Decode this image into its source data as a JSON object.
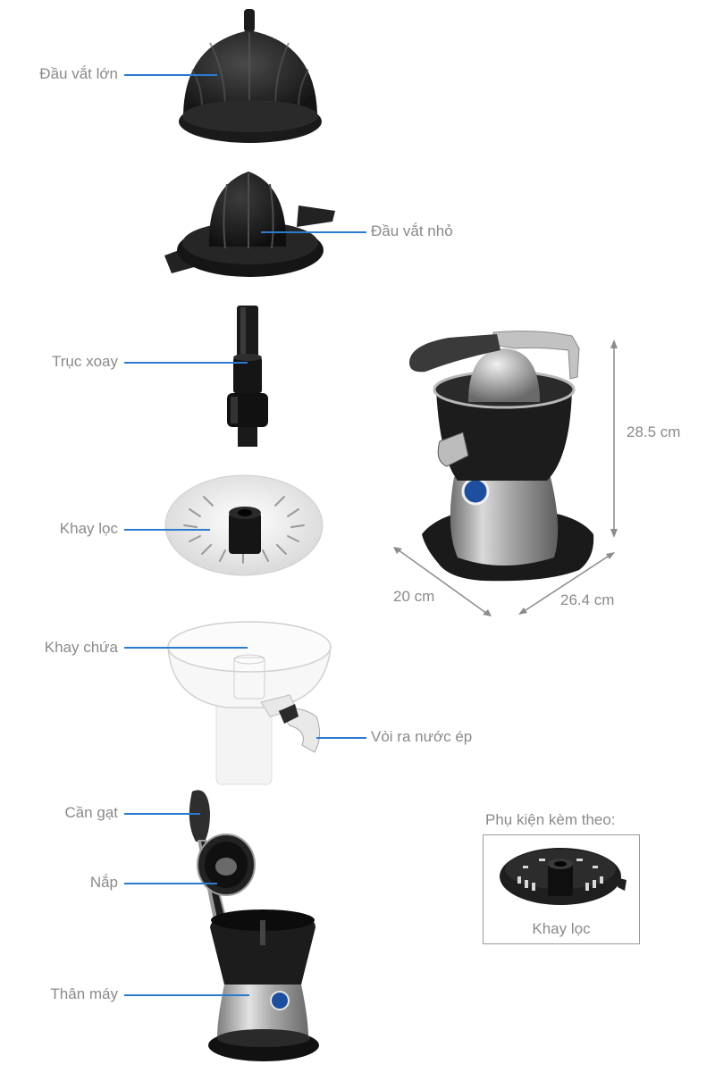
{
  "parts": [
    {
      "id": "large-reamer",
      "label": "Đầu vắt lớn"
    },
    {
      "id": "small-reamer",
      "label": "Đầu vắt nhỏ"
    },
    {
      "id": "shaft",
      "label": "Trục xoay"
    },
    {
      "id": "filter-tray",
      "label": "Khay lọc"
    },
    {
      "id": "juice-container",
      "label": "Khay chứa"
    },
    {
      "id": "spout",
      "label": "Vòi ra nước ép"
    },
    {
      "id": "lever",
      "label": "Cần gạt"
    },
    {
      "id": "lid",
      "label": "Nắp"
    },
    {
      "id": "body",
      "label": "Thân máy"
    }
  ],
  "dimensions": {
    "height": "28.5 cm",
    "depth": "20 cm",
    "width": "26.4 cm"
  },
  "accessories": {
    "title": "Phụ kiện kèm theo:",
    "item_label": "Khay lọc"
  },
  "colors": {
    "leader_line": "#2a7bd0",
    "label_text": "#8a8a8a",
    "dimension_arrow": "#8c8c8c"
  }
}
